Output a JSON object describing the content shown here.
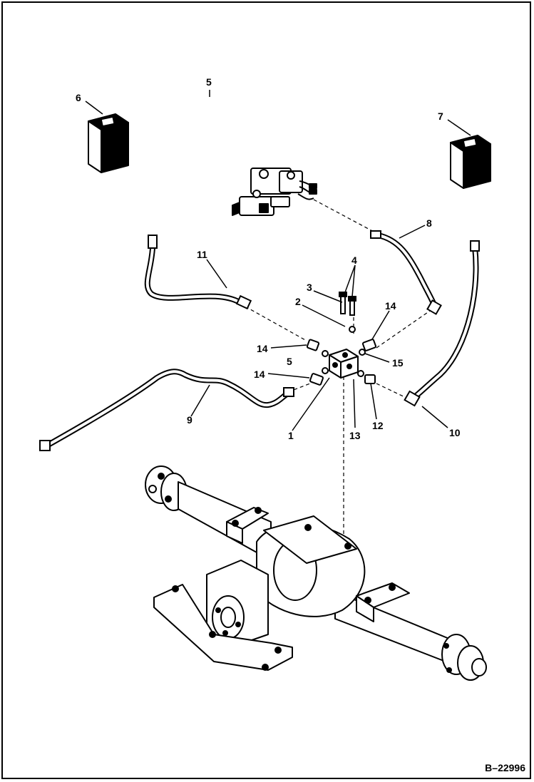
{
  "figure_id": "B–22996",
  "callouts": {
    "c1": "1",
    "c2": "2",
    "c3": "3",
    "c4": "4",
    "c5": "5",
    "c6": "6",
    "c7": "7",
    "c8": "8",
    "c9": "9",
    "c10": "10",
    "c11": "11",
    "c12": "12",
    "c13": "13",
    "c14a": "14",
    "c14b": "14",
    "c14c": "14",
    "c15": "15",
    "c5b": "5"
  }
}
